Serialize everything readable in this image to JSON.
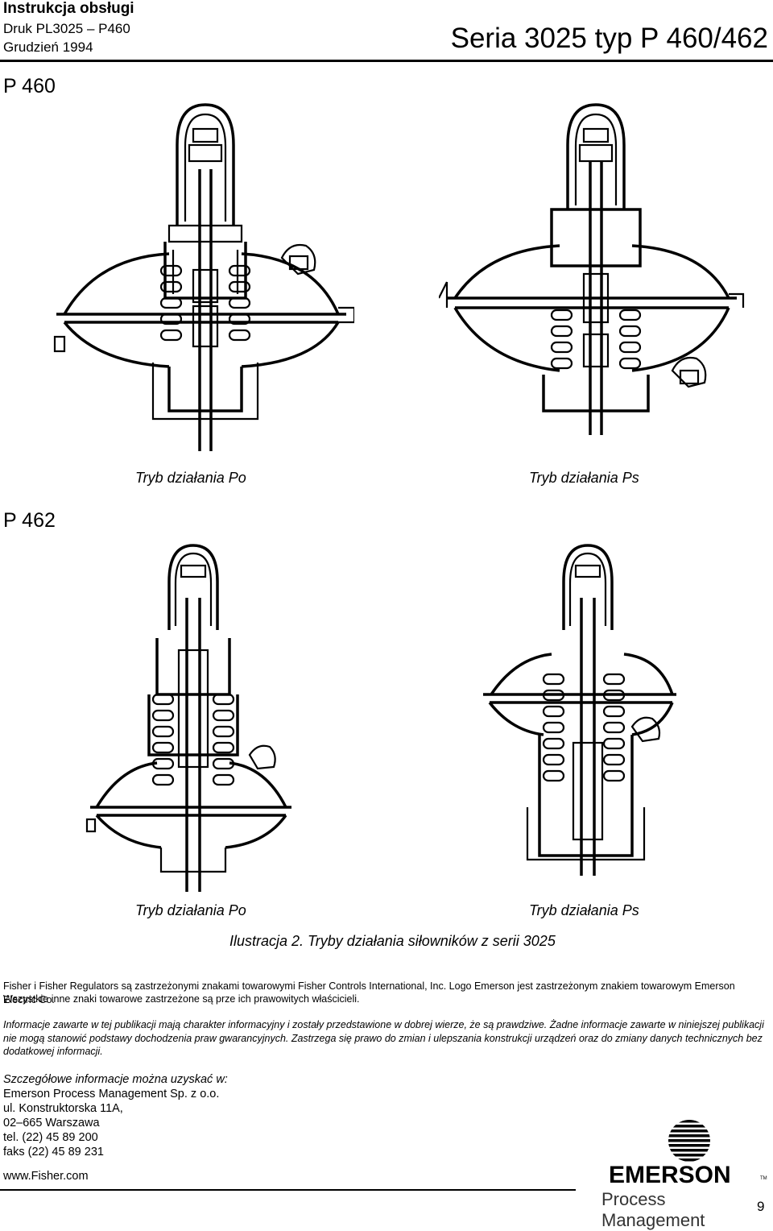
{
  "header": {
    "manual_title": "Instrukcja obsługi",
    "print_ref": "Druk PL3025 – P460",
    "date": "Grudzień 1994",
    "series_title": "Seria 3025 typ P 460/462"
  },
  "sections": {
    "p460": {
      "label": "P 460",
      "left_caption": "Tryb działania Po",
      "right_caption": "Tryb działania Ps"
    },
    "p462": {
      "label": "P 462",
      "left_caption": "Tryb działania Po",
      "right_caption": "Tryb działania Ps"
    }
  },
  "figure_caption": "Ilustracja 2. Tryby działania siłowników z serii 3025",
  "trademarks": {
    "line1": "Fisher i Fisher Regulators są zastrzeżonymi znakami towarowymi Fisher Controls International, Inc. Logo Emerson jest zastrzeżonym znakiem towarowym Emerson Electric Co.",
    "line2": "Wszystkie inne znaki towarowe zastrzeżone są prze ich prawowitych właścicieli."
  },
  "disclaimer": "Informacje zawarte w tej publikacji mają charakter informacyjny i zostały przedstawione w dobrej wierze, że są prawdziwe. Żadne informacje zawarte w niniejszej publikacji nie mogą stanowić podstawy dochodzenia praw gwarancyjnych. Zastrzega się prawo do zmian i ulepszania konstrukcji urządzeń oraz do zmiany danych technicznych bez dodatkowej informacji.",
  "contact": {
    "intro": "Szczegółowe informacje można uzyskać w:",
    "company": "Emerson Process Management Sp. z o.o.",
    "street": "ul. Konstruktorska 11A,",
    "city": "02–665 Warszawa",
    "phone": "tel. (22) 45 89 200",
    "fax": "faks (22) 45 89 231",
    "website": "www.Fisher.com"
  },
  "logo": {
    "brand": "EMERSON",
    "tm": "TM",
    "tagline": "Process Management"
  },
  "page_number": "9"
}
